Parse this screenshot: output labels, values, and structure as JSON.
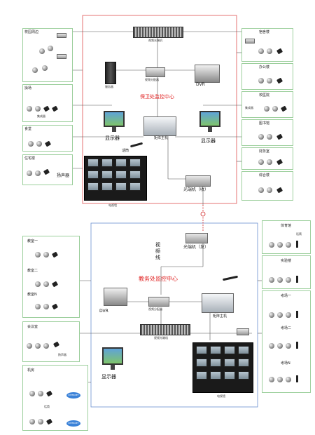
{
  "top": {
    "center_title": "保卫处监控中心",
    "rack_label": "视频光端机",
    "distributor_label": "视频分配器",
    "server_label": "服务器",
    "dvr_label": "DVR",
    "monitor_left": "显示器",
    "monitor_right": "显示器",
    "matrix_label": "矩阵主机",
    "mic_label": "话筒",
    "tvwall_label": "电视墙",
    "receiver_label": "光端机（收）"
  },
  "left_groups": [
    {
      "label": "校园周边"
    },
    {
      "label": "操场",
      "sub": "集成器"
    },
    {
      "label": "食堂"
    },
    {
      "label": "住宅楼",
      "speaker": "扬声器"
    }
  ],
  "right_groups": [
    {
      "label": "宿舍楼"
    },
    {
      "label": "办公楼"
    },
    {
      "label": "校医院",
      "sub": "集成器"
    },
    {
      "label": "图书馆"
    },
    {
      "label": "财务室"
    },
    {
      "label": "综合楼"
    }
  ],
  "bottom": {
    "center_title": "教务处监控中心",
    "video_line": "视频线",
    "sender_label": "光端机（发）",
    "distributor_label": "视频分配器",
    "dvr_label": "DVR",
    "matrix_label": "矩阵主机",
    "rack_label": "视频光端机",
    "monitor_label": "显示器",
    "tvwall_label": "电视墙"
  },
  "left_groups_bottom": [
    {
      "label": "教室一"
    },
    {
      "label": "教室二"
    },
    {
      "label": "教室N"
    },
    {
      "label": "会议室",
      "speaker": "扬声器"
    },
    {
      "label": "机房",
      "sub": "话筒"
    }
  ],
  "right_groups_bottom": [
    {
      "label": "体育馆",
      "sub": "话筒"
    },
    {
      "label": "实验楼"
    },
    {
      "label": "考场一"
    },
    {
      "label": "考场二"
    },
    {
      "label": "考场N"
    }
  ],
  "clouds": [
    "INTERNET",
    "INTERNET"
  ]
}
